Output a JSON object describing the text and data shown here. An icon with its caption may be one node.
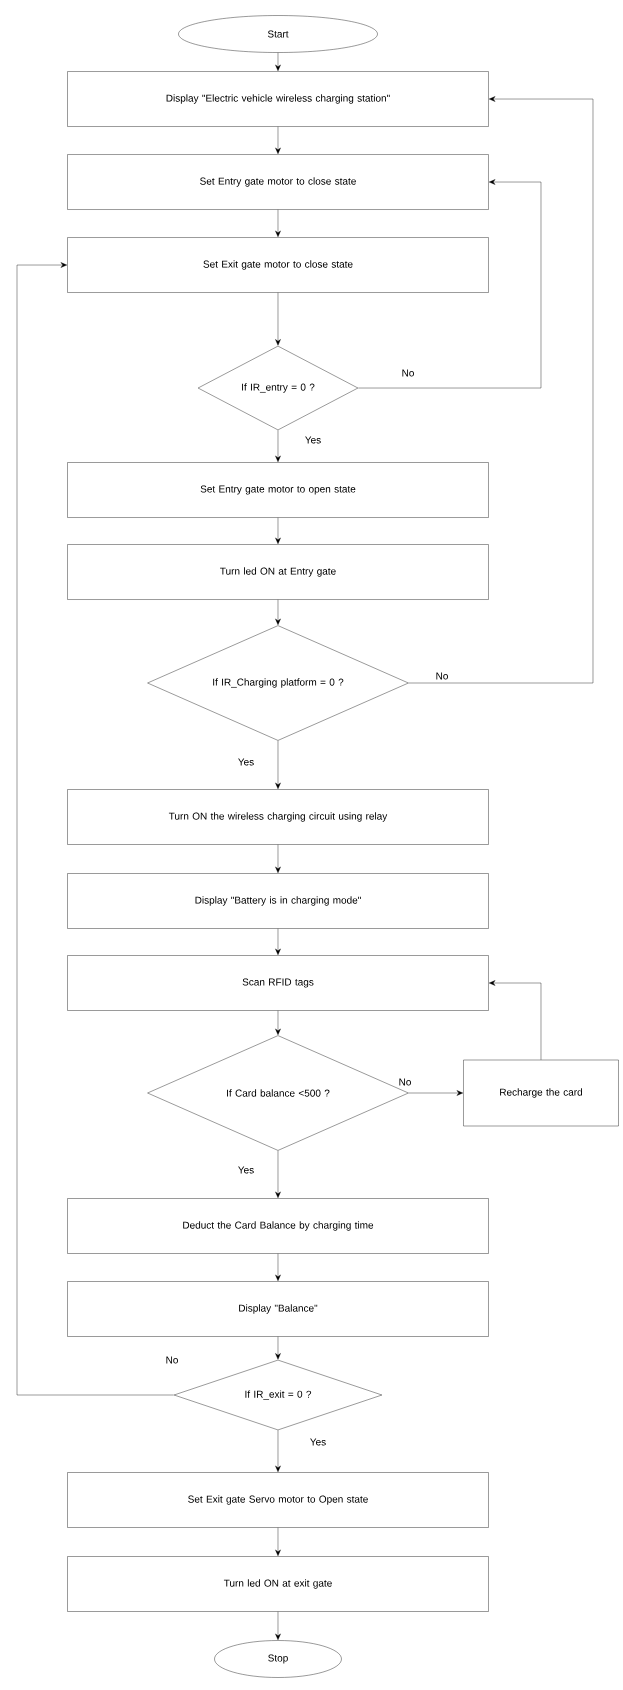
{
  "diagram": {
    "nodes": [
      {
        "text": [
          "Start"
        ]
      },
      {
        "text": [
          "Display \"Electric vehicle wireless charging station\""
        ]
      },
      {
        "text": [
          "Set Entry gate motor to close state"
        ]
      },
      {
        "text": [
          "Set Exit gate motor to close state"
        ]
      },
      {
        "text": [
          "If IR_entry = 0 ?"
        ]
      },
      {
        "text": [
          "Set Entry gate motor to open state"
        ]
      },
      {
        "text": [
          "Turn led ON at Entry gate"
        ]
      },
      {
        "text": [
          "If IR_Charging platform = 0 ?"
        ]
      },
      {
        "text": [
          "Turn ON the wireless charging circuit using relay"
        ]
      },
      {
        "text": [
          "Display \"Battery is in charging mode\""
        ]
      },
      {
        "text": [
          "Scan RFID tags"
        ]
      },
      {
        "text": [
          "If Card balance <500 ?"
        ]
      },
      {
        "text": [
          "Recharge the card"
        ]
      },
      {
        "text": [
          "Deduct the Card Balance by charging time"
        ]
      },
      {
        "text": [
          "Display \"Balance\""
        ]
      },
      {
        "text": [
          "If IR_exit = 0 ?"
        ]
      },
      {
        "text": [
          "Set Exit gate Servo motor to Open state"
        ]
      },
      {
        "text": [
          "Turn led ON at exit gate"
        ]
      },
      {
        "text": [
          "Stop"
        ]
      }
    ],
    "edges": [
      {
        "from": 0,
        "to": 1,
        "arrow": "to"
      },
      {
        "from": 1,
        "to": 2,
        "arrow": "to"
      },
      {
        "from": 2,
        "to": 3,
        "arrow": "to"
      },
      {
        "from": 3,
        "to": 4,
        "arrow": "to"
      },
      {
        "from": 4,
        "to": 5,
        "arrow": "to",
        "label": "Yes"
      },
      {
        "from": 4,
        "to": 2,
        "arrow": "to",
        "label": "No"
      },
      {
        "from": 5,
        "to": 6,
        "arrow": "to"
      },
      {
        "from": 6,
        "to": 7,
        "arrow": "to"
      },
      {
        "from": 7,
        "to": 8,
        "arrow": "to",
        "label": "Yes"
      },
      {
        "from": 7,
        "to": 1,
        "arrow": "to",
        "label": "No"
      },
      {
        "from": 8,
        "to": 9,
        "arrow": "to"
      },
      {
        "from": 9,
        "to": 10,
        "arrow": "to"
      },
      {
        "from": 10,
        "to": 11,
        "arrow": "to"
      },
      {
        "from": 11,
        "to": 12,
        "arrow": "to",
        "label": "No"
      },
      {
        "from": 12,
        "to": 10,
        "arrow": "to"
      },
      {
        "from": 11,
        "to": 13,
        "arrow": "to",
        "label": "Yes"
      },
      {
        "from": 13,
        "to": 14,
        "arrow": "to"
      },
      {
        "from": 14,
        "to": 15,
        "arrow": "to"
      },
      {
        "from": 15,
        "to": 16,
        "arrow": "to",
        "label": "Yes"
      },
      {
        "from": 15,
        "to": 3,
        "arrow": "to",
        "label": "No"
      },
      {
        "from": 16,
        "to": 17,
        "arrow": "to"
      },
      {
        "from": 17,
        "to": 18,
        "arrow": "to"
      }
    ]
  }
}
